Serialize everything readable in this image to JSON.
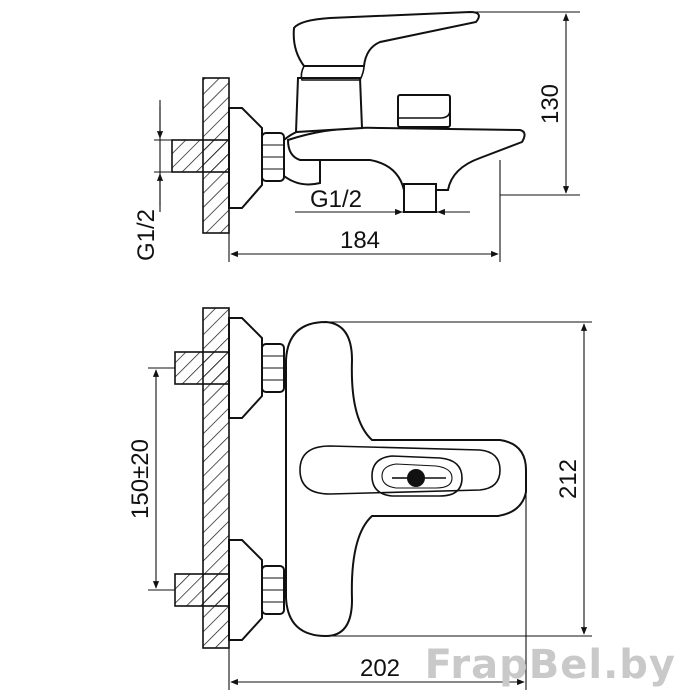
{
  "dimensions": {
    "height_side": "130",
    "thread_outlet": "G1/2",
    "thread_inlet": "G1/2",
    "depth_side": "184",
    "inlet_spacing": "150±20",
    "height_top": "212",
    "width_top": "202"
  },
  "watermark": "FrapBel.by",
  "colors": {
    "line": "#111111",
    "watermark": "#c9c9c9",
    "background": "#ffffff"
  }
}
